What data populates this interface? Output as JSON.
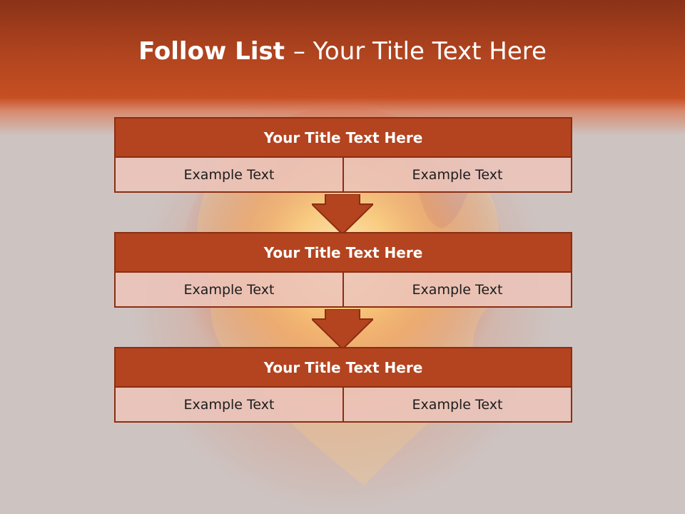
{
  "slide": {
    "title_bold": "Follow List ",
    "title_rest": " – Your Title Text Here"
  },
  "blocks": [
    {
      "title": "Your Title Text Here",
      "left": "Example Text",
      "right": "Example Text"
    },
    {
      "title": "Your Title Text Here",
      "left": "Example Text",
      "right": "Example Text"
    },
    {
      "title": "Your Title Text Here",
      "left": "Example Text",
      "right": "Example Text"
    }
  ],
  "colors": {
    "header_top": "#8a3218",
    "header_bottom": "#c64f22",
    "block_title": "#b3441f",
    "block_border": "#8a2e12",
    "cell_fill": "#ecc4ba",
    "background": "#cdc4c2"
  }
}
